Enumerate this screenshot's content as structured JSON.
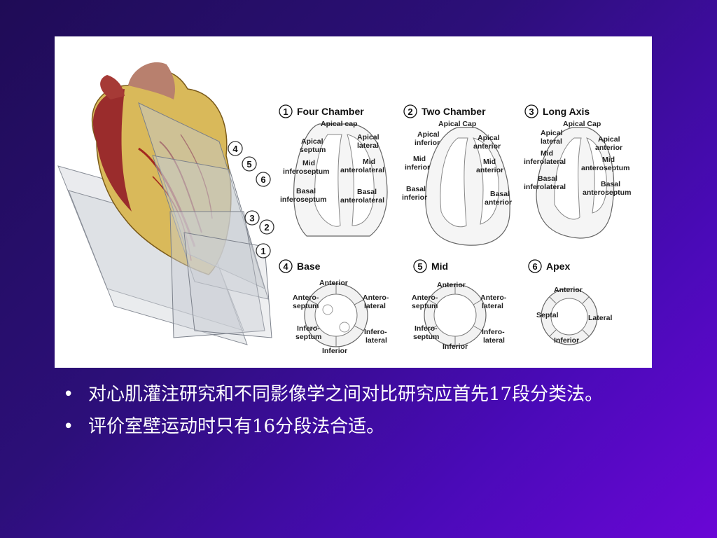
{
  "figure": {
    "views": [
      {
        "num": "1",
        "title": "Four Chamber",
        "labels": [
          "Apical cap",
          "Apical",
          "septum",
          "Apical",
          "lateral",
          "Mid",
          "inferoseptum",
          "Mid",
          "anterolateral",
          "Basal",
          "inferoseptum",
          "Basal",
          "anterolateral"
        ]
      },
      {
        "num": "2",
        "title": "Two Chamber",
        "labels": [
          "Apical Cap",
          "Apical",
          "inferior",
          "Apical",
          "anterior",
          "Mid",
          "inferior",
          "Mid",
          "anterior",
          "Basal",
          "inferior",
          "Basal",
          "anterior"
        ]
      },
      {
        "num": "3",
        "title": "Long Axis",
        "labels": [
          "Apical Cap",
          "Apical",
          "lateral",
          "Apical",
          "anterior",
          "Mid",
          "inferolateral",
          "Mid",
          "anteroseptum",
          "Basal",
          "inferolateral",
          "Basal",
          "anteroseptum"
        ]
      },
      {
        "num": "4",
        "title": "Base",
        "labels": [
          "Anterior",
          "Antero-",
          "septum",
          "Antero-",
          "lateral",
          "Infero-",
          "septum",
          "Infero-",
          "lateral",
          "Inferior"
        ]
      },
      {
        "num": "5",
        "title": "Mid",
        "labels": [
          "Anterior",
          "Antero-",
          "septum",
          "Antero-",
          "lateral",
          "Infero-",
          "septum",
          "Infero-",
          "lateral",
          "Inferior"
        ]
      },
      {
        "num": "6",
        "title": "Apex",
        "labels": [
          "Anterior",
          "Septal",
          "Lateral",
          "Inferior"
        ]
      }
    ],
    "plane_numbers": [
      "4",
      "5",
      "6",
      "3",
      "2",
      "1"
    ]
  },
  "bullets": [
    {
      "marker": "•",
      "text": "对心肌灌注研究和不同影像学之间对比研究应首先17段分类法。"
    },
    {
      "marker": "•",
      "text": "评价室壁运动时只有16分段法合适。"
    }
  ]
}
